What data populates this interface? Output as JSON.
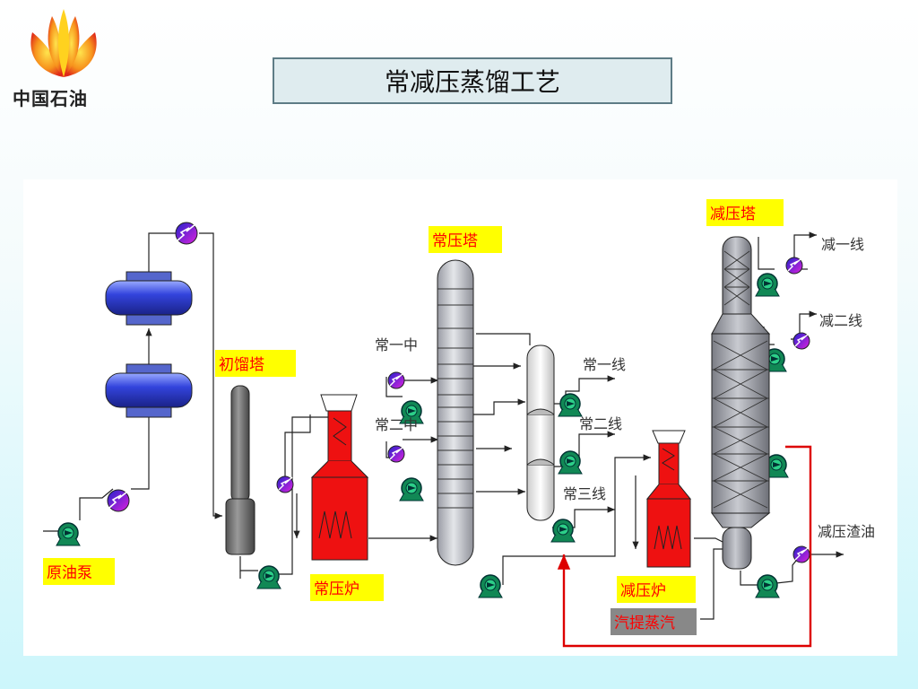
{
  "header": {
    "logo_text": "中国石油",
    "title": "常减压蒸馏工艺"
  },
  "diagram": {
    "labels": {
      "crude_pump": "原油泵",
      "initial_column": "初馏塔",
      "atm_furnace": "常压炉",
      "atm_column": "常压塔",
      "vac_furnace": "减压炉",
      "vac_column": "减压塔",
      "stripping_steam": "汽提蒸汽",
      "atm_circ_1": "常一中",
      "atm_circ_2": "常二中",
      "atm_line_1": "常一线",
      "atm_line_2": "常二线",
      "atm_line_3": "常三线",
      "vac_line_1": "减一线",
      "vac_line_2": "减二线",
      "vac_residue": "减压渣油"
    },
    "colors": {
      "label_highlight": "#ffff00",
      "label_text": "#ff0000",
      "furnace": "#ee1111",
      "vessel": "#3344cc",
      "pump": "#118855",
      "column_fill": "#c4c6cc",
      "steam_label_bg": "#888888",
      "recycle_line": "#dd0000"
    }
  }
}
